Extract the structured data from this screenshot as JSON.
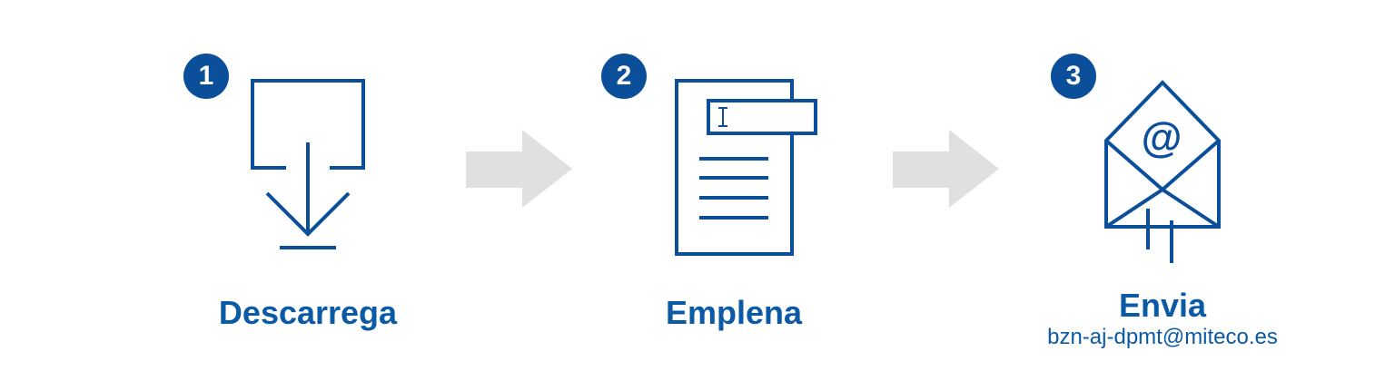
{
  "colors": {
    "primary": "#0b4f9a",
    "label": "#0b5aa5",
    "arrow": "#e0e0e0"
  },
  "steps": [
    {
      "number": "1",
      "label": "Descarrega",
      "icon": "download-icon"
    },
    {
      "number": "2",
      "label": "Emplena",
      "icon": "form-document-icon"
    },
    {
      "number": "3",
      "label": "Envia",
      "email": "bzn-aj-dpmt@miteco.es",
      "icon": "email-envelope-icon"
    }
  ],
  "connectors": [
    "arrow-right-icon",
    "arrow-right-icon"
  ]
}
